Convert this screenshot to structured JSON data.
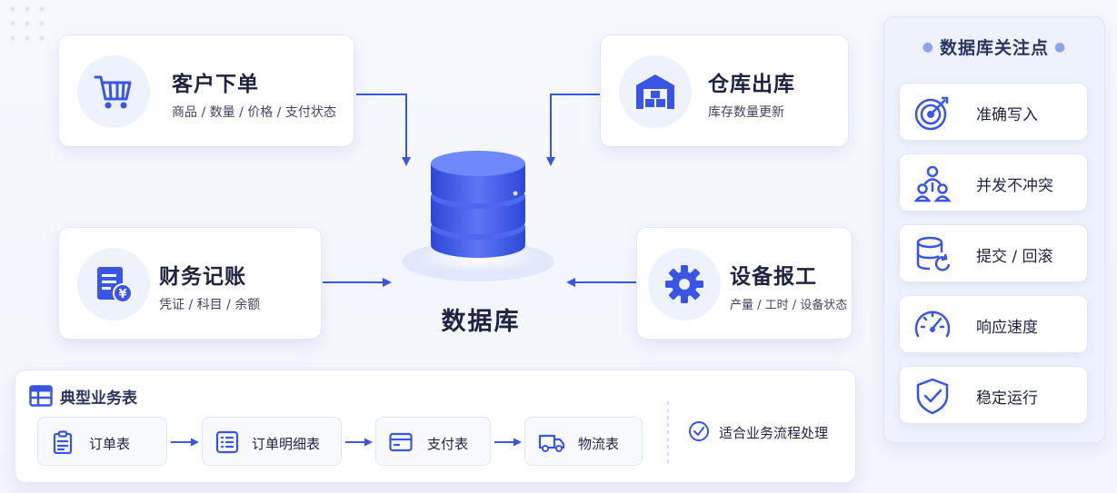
{
  "sources": [
    {
      "title": "客户下单",
      "subtitle": "商品 / 数量 / 价格 / 支付状态",
      "icon": "shopping-cart-icon"
    },
    {
      "title": "仓库出库",
      "subtitle": "库存数量更新",
      "icon": "warehouse-icon"
    },
    {
      "title": "财务记账",
      "subtitle": "凭证 / 科目 / 余额",
      "icon": "finance-document-icon"
    },
    {
      "title": "设备报工",
      "subtitle": "产量 / 工时 / 设备状态",
      "icon": "gear-icon"
    }
  ],
  "database": {
    "label": "数据库",
    "icon": "database-icon"
  },
  "focus_panel": {
    "title": "数据库关注点",
    "items": [
      {
        "label": "准确写入",
        "icon": "target-icon"
      },
      {
        "label": "并发不冲突",
        "icon": "users-hierarchy-icon"
      },
      {
        "label": "提交 / 回滚",
        "icon": "database-refresh-icon"
      },
      {
        "label": "响应速度",
        "icon": "speedometer-icon"
      },
      {
        "label": "稳定运行",
        "icon": "shield-check-icon"
      }
    ]
  },
  "tables_section": {
    "title": "典型业务表",
    "tables": [
      {
        "label": "订单表",
        "icon": "clipboard-icon"
      },
      {
        "label": "订单明细表",
        "icon": "list-icon"
      },
      {
        "label": "支付表",
        "icon": "credit-card-icon"
      },
      {
        "label": "物流表",
        "icon": "truck-icon"
      }
    ],
    "note": "适合业务流程处理"
  },
  "colors": {
    "accent": "#3a55e6",
    "accent_light": "#eef2fd",
    "text": "#1e2440"
  }
}
